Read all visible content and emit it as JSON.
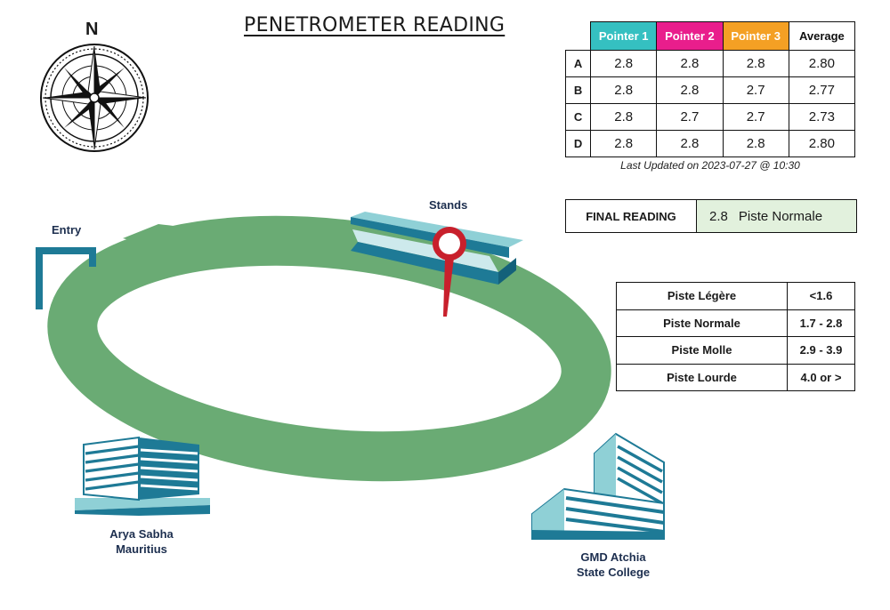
{
  "title": "PENETROMETER READING",
  "compass_label": "N",
  "pointer_table": {
    "headers": [
      "Pointer 1",
      "Pointer 2",
      "Pointer 3",
      "Average"
    ],
    "header_colors": [
      "#35c0c1",
      "#e91e8c",
      "#f4a024",
      "#ffffff"
    ],
    "rows": [
      {
        "label": "A",
        "values": [
          "2.8",
          "2.8",
          "2.8",
          "2.80"
        ]
      },
      {
        "label": "B",
        "values": [
          "2.8",
          "2.8",
          "2.7",
          "2.77"
        ]
      },
      {
        "label": "C",
        "values": [
          "2.8",
          "2.7",
          "2.7",
          "2.73"
        ]
      },
      {
        "label": "D",
        "values": [
          "2.8",
          "2.8",
          "2.8",
          "2.80"
        ]
      }
    ]
  },
  "last_updated": "Last Updated on 2023-07-27 @ 10:30",
  "final_reading": {
    "label": "FINAL READING",
    "value": "2.8",
    "status": "Piste Normale",
    "status_bg": "#e2f1dd"
  },
  "piste_scale": [
    {
      "name": "Piste Légère",
      "range": "<1.6"
    },
    {
      "name": "Piste Normale",
      "range": "1.7 - 2.8"
    },
    {
      "name": "Piste Molle",
      "range": "2.9 - 3.9"
    },
    {
      "name": "Piste Lourde",
      "range": "4.0 or >"
    }
  ],
  "map": {
    "entry_label": "Entry",
    "stands_label": "Stands",
    "building_left": [
      "Arya Sabha",
      "Mauritius"
    ],
    "building_right": [
      "GMD Atchia",
      "State College"
    ],
    "track_color": "#6aab74",
    "structure_color": "#1e7a96",
    "structure_light": "#8fd0d6",
    "pin_color": "#c8202c"
  }
}
